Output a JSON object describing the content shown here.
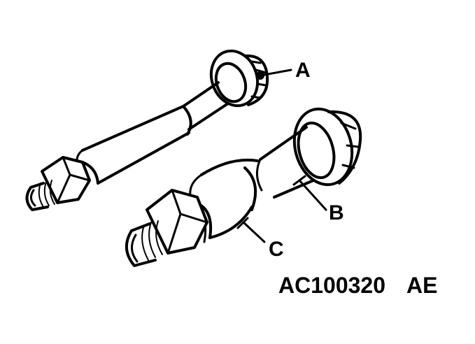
{
  "diagram": {
    "subject": "Two bolt assemblies with sleeve and nut",
    "callouts": [
      {
        "id": "A",
        "label": "A",
        "target": "flanged bolt head (upper assembly)"
      },
      {
        "id": "B",
        "label": "B",
        "target": "bolt shank (lower assembly)"
      },
      {
        "id": "C",
        "label": "C",
        "target": "sleeve / bushing (lower assembly)"
      }
    ],
    "figure_code": {
      "code": "AC100320",
      "suffix": "AE"
    },
    "colors": {
      "line": "#000000",
      "background": "#ffffff"
    }
  }
}
